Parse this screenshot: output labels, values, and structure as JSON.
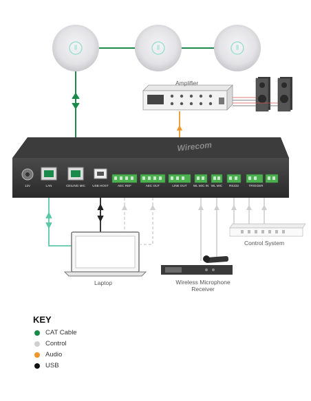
{
  "labels": {
    "amplifier": "Amplifier",
    "laptop": "Laptop",
    "control_system": "Control System",
    "wireless_receiver": "Wireless Microphone Receiver"
  },
  "device": {
    "brand": "Wirecom",
    "ports": {
      "power": "12V",
      "lan": "LAN",
      "ceiling_mic": "CEILING MIC",
      "usb_host": "USB HOST",
      "aec_ref": "AEC REF",
      "aec_out": "AEC OUT",
      "line_out": "LINE OUT",
      "wl_mic_in": "WL MIC IN",
      "wl_mic": "WL MIC",
      "rs232": "RS232",
      "trigger": "TRIGGER"
    }
  },
  "key": {
    "title": "KEY",
    "items": [
      {
        "label": "CAT Cable",
        "color": "#1a8a4a"
      },
      {
        "label": "Control",
        "color": "#cfcfcf"
      },
      {
        "label": "Audio",
        "color": "#f0962a"
      },
      {
        "label": "USB",
        "color": "#111111"
      }
    ]
  }
}
